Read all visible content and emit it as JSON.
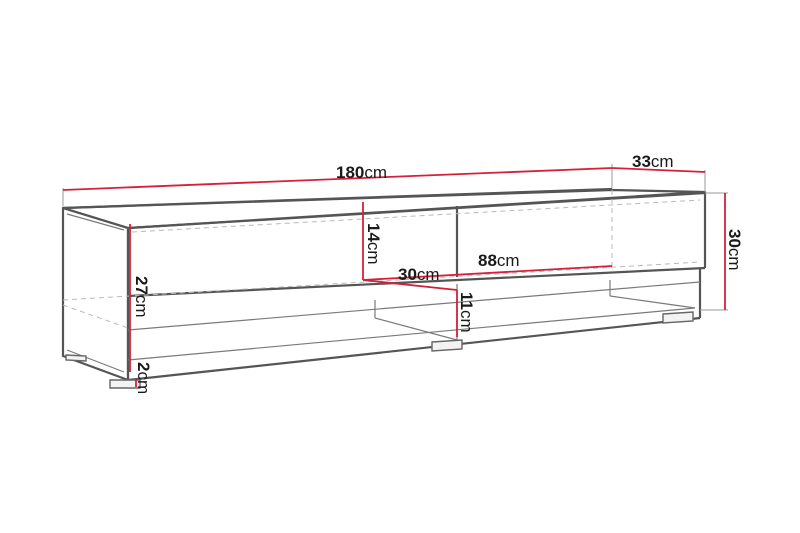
{
  "diagram": {
    "subject": "TV stand / low cabinet dimension drawing",
    "colors": {
      "dimension_line": "#d6203a",
      "outline": "#555555",
      "hidden_line": "#b9b9b9",
      "background": "#ffffff"
    },
    "dimensions": {
      "width": {
        "num": "180",
        "unit": "cm"
      },
      "depth": {
        "num": "33",
        "unit": "cm"
      },
      "height": {
        "num": "30",
        "unit": "cm"
      },
      "drawer_height": {
        "num": "14",
        "unit": "cm"
      },
      "inner_depth": {
        "num": "30",
        "unit": "cm"
      },
      "drawer_width": {
        "num": "88",
        "unit": "cm"
      },
      "shelf_height": {
        "num": "11",
        "unit": "cm"
      },
      "body_height": {
        "num": "27",
        "unit": "cm"
      },
      "leg_height": {
        "num": "2",
        "unit": "cm"
      }
    }
  }
}
